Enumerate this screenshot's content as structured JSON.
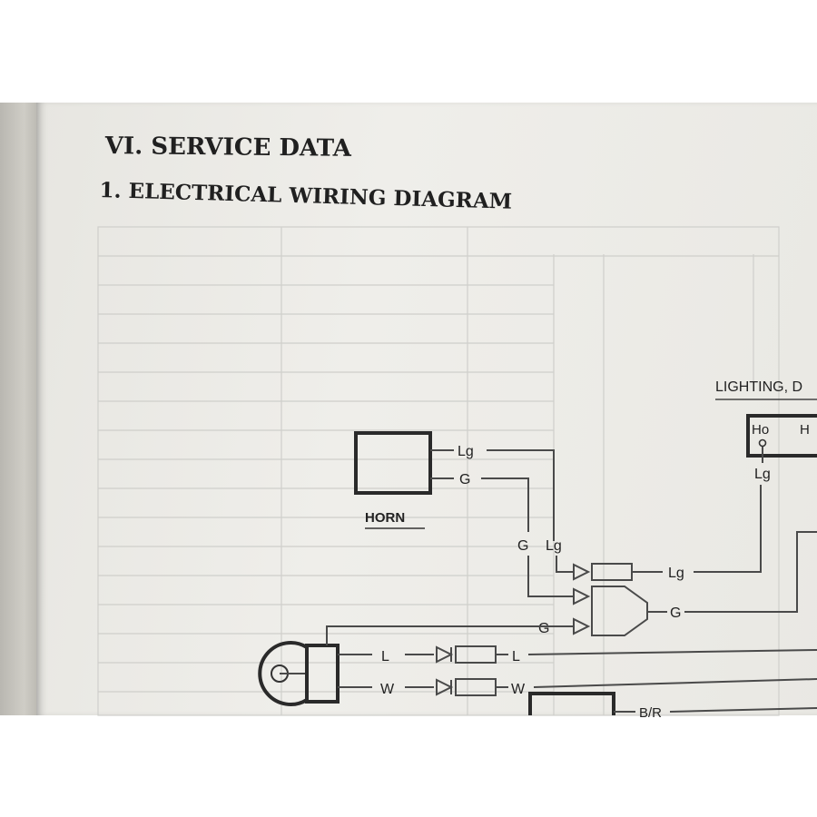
{
  "document": {
    "section_title": "VI. SERVICE DATA",
    "subsection_title": "1. ELECTRICAL WIRING DIAGRAM"
  },
  "diagram": {
    "components": {
      "horn": "HORN",
      "lighting_switch": "LIGHTING, D",
      "lighting_terminal_ho": "Ho",
      "lighting_terminal_partial": "H"
    },
    "wire_labels": {
      "horn_lg": "Lg",
      "horn_g": "G",
      "drop_g": "G",
      "drop_lg": "Lg",
      "lg_out": "Lg",
      "switch_lg": "Lg",
      "g_out": "G",
      "g_in": "G",
      "l_in": "L",
      "l_out": "L",
      "w_in": "W",
      "w_out": "W",
      "br": "B/R"
    }
  }
}
